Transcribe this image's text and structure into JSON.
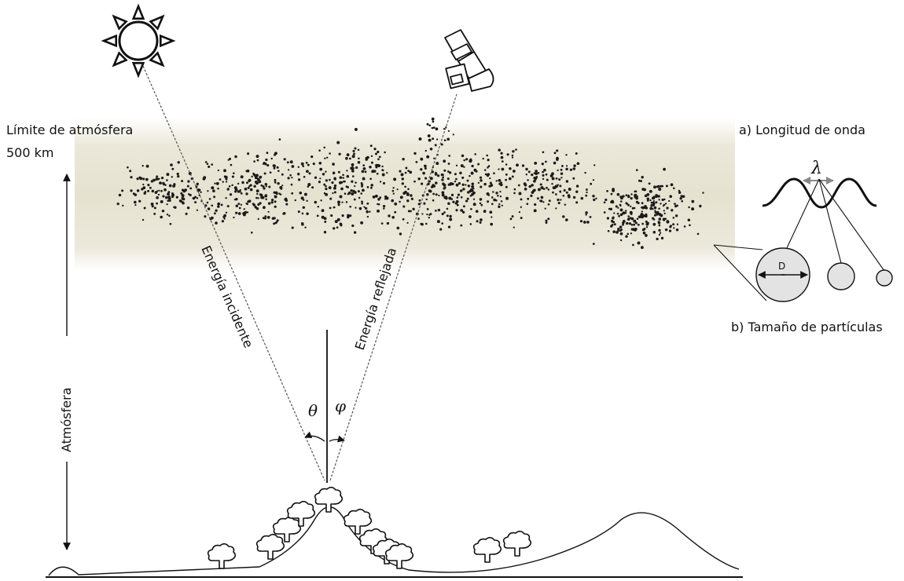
{
  "labels": {
    "atmosphere_limit": "Límite de atmósfera",
    "altitude": "500 km",
    "atmosphere": "Atmósfera",
    "incident_energy": "Energía incidente",
    "reflected_energy": "Energía reflejada",
    "wavelength": "a)  Longitud de onda",
    "lambda_symbol": "λ",
    "particle_size": "b) Tamaño de partículas",
    "diameter": "D",
    "theta": "θ",
    "phi": "φ"
  },
  "icons": {
    "sun": "sun-icon",
    "satellite": "satellite-icon",
    "tree": "tree-icon"
  },
  "colors": {
    "atmosphere_band": "#e9e6d6",
    "particle": "#1a1a1a",
    "particle_circle": "#e3e3e3"
  }
}
